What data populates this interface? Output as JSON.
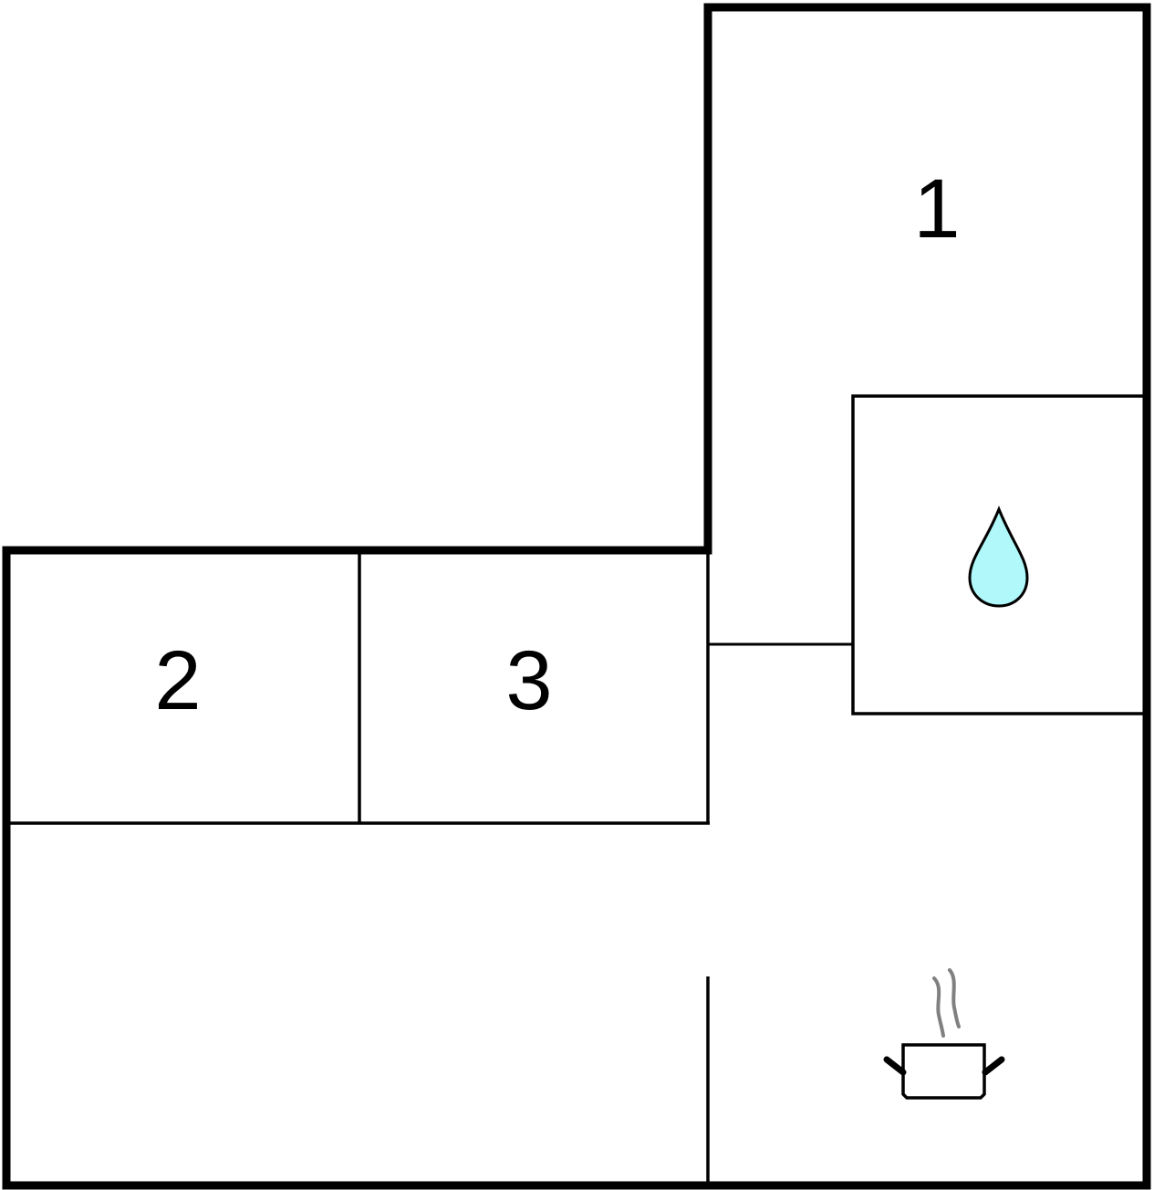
{
  "floorplan": {
    "rooms": [
      {
        "label": "1"
      },
      {
        "label": "2"
      },
      {
        "label": "3"
      }
    ],
    "icons": {
      "bathroom": "water-drop-icon",
      "kitchen": "cooking-pot-icon"
    },
    "colors": {
      "wall": "#000000",
      "water": "#b0f8fa",
      "steam": "#808080"
    }
  }
}
